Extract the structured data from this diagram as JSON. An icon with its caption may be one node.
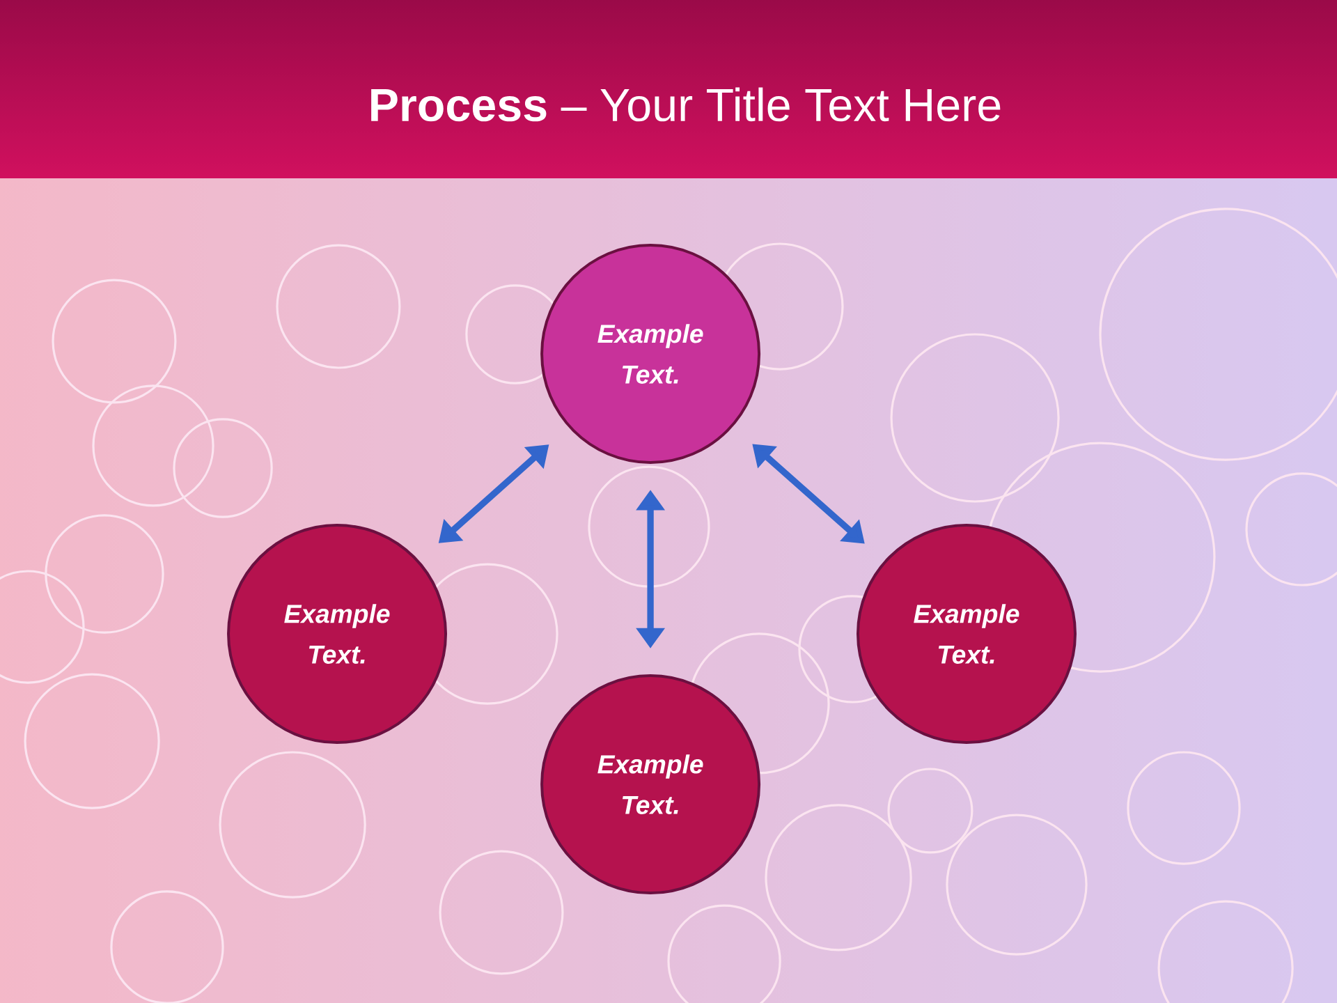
{
  "diagram": {
    "title": "**Process** – Your Title Text Here",
    "nodes": [
      {
        "text": [
          "Example Text."
        ]
      },
      {
        "text": [
          "Example Text."
        ]
      },
      {
        "text": [
          "Example Text."
        ]
      },
      {
        "text": [
          "Example Text."
        ]
      }
    ],
    "edges": [
      {
        "from": 0,
        "to": 1,
        "arrow": "both"
      },
      {
        "from": 0,
        "to": 2,
        "arrow": "both"
      },
      {
        "from": 0,
        "to": 3,
        "arrow": "both"
      }
    ]
  }
}
